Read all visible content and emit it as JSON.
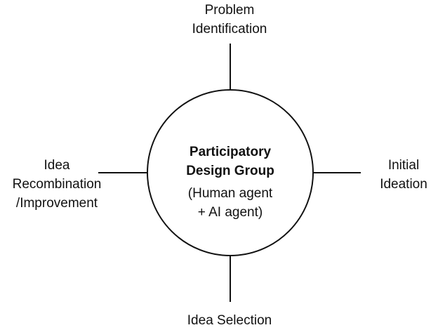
{
  "center": {
    "title_line1": "Participatory",
    "title_line2": "Design Group",
    "sub_line1": "(Human agent",
    "sub_line2": "+ AI agent)"
  },
  "nodes": {
    "top": {
      "line1": "Problem",
      "line2": "Identification"
    },
    "right": {
      "line1": "Initial",
      "line2": "Ideation"
    },
    "bottom": {
      "line1": "Idea Selection"
    },
    "left": {
      "line1": "Idea",
      "line2": "Recombination",
      "line3": "/Improvement"
    }
  },
  "colors": {
    "stroke": "#111111",
    "background": "#ffffff"
  }
}
